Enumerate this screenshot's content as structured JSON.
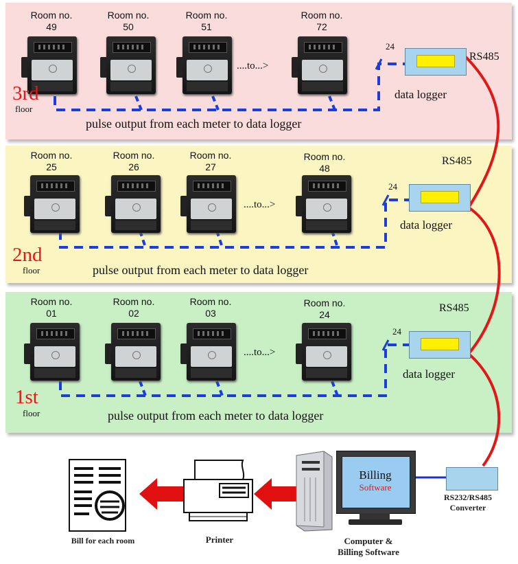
{
  "floors": [
    {
      "floor_number": "3rd",
      "floor_word": "floor",
      "rooms": [
        {
          "label": "Room no.",
          "number": "49"
        },
        {
          "label": "Room no.",
          "number": "50"
        },
        {
          "label": "Room no.",
          "number": "51"
        },
        {
          "label": "Room no.",
          "number": "72"
        }
      ],
      "range_text": "....to...>",
      "pulse_text": "pulse output from each meter to data logger",
      "logger_label": "data logger",
      "channel_count": "24",
      "bus_label": "RS485"
    },
    {
      "floor_number": "2nd",
      "floor_word": "floor",
      "rooms": [
        {
          "label": "Room no.",
          "number": "25"
        },
        {
          "label": "Room no.",
          "number": "26"
        },
        {
          "label": "Room no.",
          "number": "27"
        },
        {
          "label": "Room no.",
          "number": "48"
        }
      ],
      "range_text": "....to...>",
      "pulse_text": "pulse output from each meter to data logger",
      "logger_label": "data logger",
      "channel_count": "24",
      "bus_label": "RS485"
    },
    {
      "floor_number": "1st",
      "floor_word": "floor",
      "rooms": [
        {
          "label": "Room no.",
          "number": "01"
        },
        {
          "label": "Room no.",
          "number": "02"
        },
        {
          "label": "Room no.",
          "number": "03"
        },
        {
          "label": "Room no.",
          "number": "24"
        }
      ],
      "range_text": "....to...>",
      "pulse_text": "pulse output from each meter to data logger",
      "logger_label": "data logger",
      "channel_count": "24",
      "bus_label": "RS485"
    }
  ],
  "bottom": {
    "converter_label_line1": "RS232/RS485",
    "converter_label_line2": "Converter",
    "computer_label_line1": "Computer &",
    "computer_label_line2": "Billing Software",
    "monitor_text_line1": "Billing",
    "monitor_text_line2": "Software",
    "printer_label": "Printer",
    "bill_label": "Bill for each room"
  },
  "colors": {
    "floor3_bg": "#fadcdc",
    "floor2_bg": "#fbf5c2",
    "floor1_bg": "#c8f0c4",
    "pulse_line": "#1a3ce0",
    "rs485_cable": "#e01818",
    "arrow": "#e01010",
    "logger_screen": "#ffef00"
  }
}
